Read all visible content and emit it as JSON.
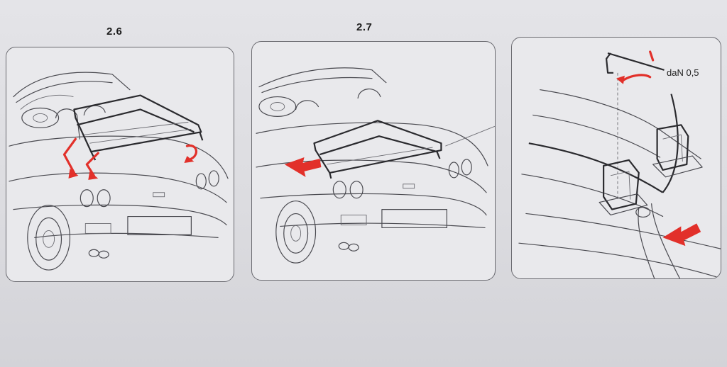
{
  "steps": {
    "step_a": "2.6",
    "step_b": "2.7"
  },
  "detail": {
    "torque_label": "daN 0,5"
  },
  "colors": {
    "accent_arrow": "#e2302a",
    "line_art": "#4a4a50",
    "panel_border": "#6a6a70"
  },
  "icons": {
    "direction": "red-arrow-icon",
    "rotation": "rotate-arrow-icon"
  }
}
